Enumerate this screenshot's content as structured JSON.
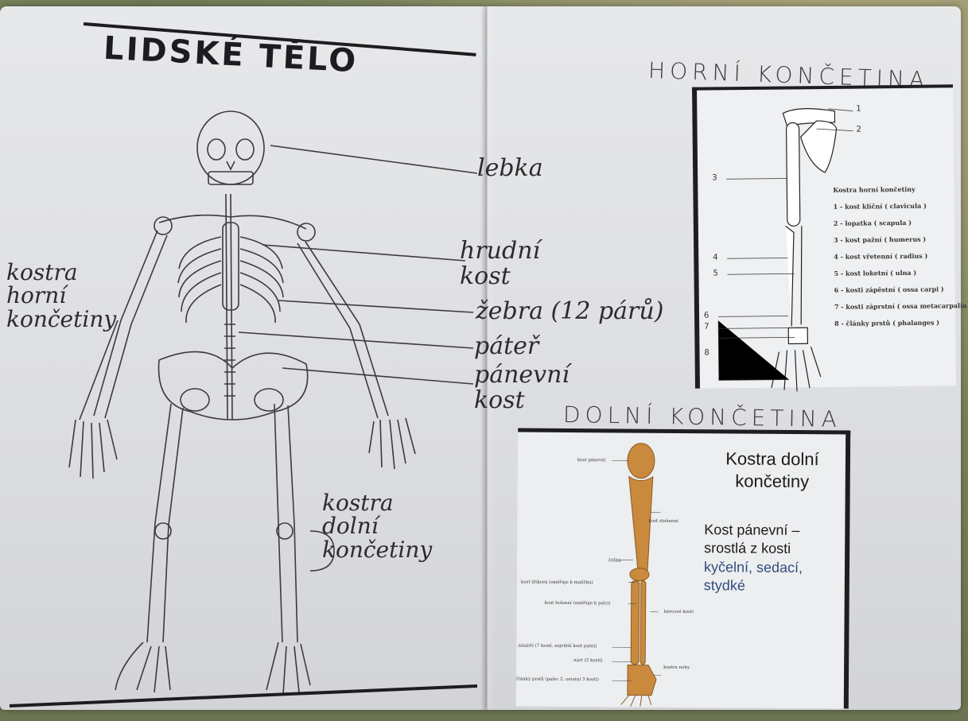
{
  "left_page": {
    "title": "LIDSKÉ TĚLO",
    "labels": {
      "lebka": "lebka",
      "hrudni_kost": "hrudní kost",
      "zebra": "žebra (12 párů)",
      "paten": "páteř",
      "panevni_kost": "pánevní kost",
      "kostra_horni": "kostra horní končetiny",
      "kostra_dolni": "kostra dolní končetiny"
    }
  },
  "right_upper": {
    "heading": "HORNÍ KONČETINA",
    "numbers": [
      "1",
      "2",
      "3",
      "4",
      "5",
      "6",
      "7",
      "8"
    ],
    "legend_title": "Kostra horní končetiny",
    "legend": [
      "1 - kost klíční ( clavicula )",
      "2 - lopatka ( scapula )",
      "3 - kost pažní ( humerus )",
      "4 - kost vřetenní ( radius )",
      "5 - kost loketní ( ulna )",
      "6 - kosti zápěstní ( ossa carpi )",
      "7 - kosti záprstní ( ossa metacarpalia )",
      "8 - články prstů ( phalanges )"
    ]
  },
  "right_lower": {
    "heading": "DOLNÍ KONČETINA",
    "title_line1": "Kostra dolní",
    "title_line2": "končetiny",
    "text_line1": "Kost pánevní –",
    "text_line2": "srostlá z kosti",
    "bone_names": "kyčelní, sedací,",
    "bone_names2": "stydké",
    "leg_labels": {
      "kost_panevni": "kost pánevní",
      "kost_stehenni": "kost stehenní",
      "cesko": "čéška",
      "kost_lytkova": "kost lýtková (směřuje k malíčku)",
      "kost_holenni": "kost holenní (směřuje k palci)",
      "berecove_kosti": "bércové kosti",
      "zanart": "zánártí (7 kostí, největší kost patní)",
      "nart": "nárt (5 kostí)",
      "kostra_nohy": "kostra nohy",
      "clanky_prstu": "články prstů (palec 2, ostatní 3 kosti)"
    }
  },
  "colors": {
    "paper": "#e3e4e7",
    "ink_pencil": "#2c2c2e",
    "bone_orange": "#c98a3d",
    "text_blue": "#2f4d7a"
  }
}
